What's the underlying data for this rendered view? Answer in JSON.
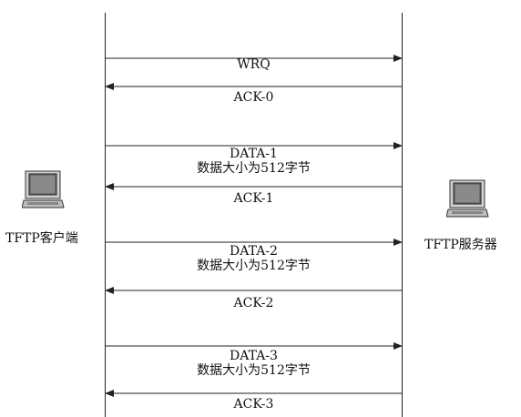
{
  "client": {
    "label": "TFTP客户端",
    "icon": "computer-icon"
  },
  "server": {
    "label": "TFTP服务器",
    "icon": "computer-icon"
  },
  "messages": [
    {
      "label": "WRQ",
      "sublabel": "",
      "direction": "to-server"
    },
    {
      "label": "ACK-0",
      "sublabel": "",
      "direction": "to-client"
    },
    {
      "label": "DATA-1",
      "sublabel": "数据大小为512字节",
      "direction": "to-server"
    },
    {
      "label": "ACK-1",
      "sublabel": "",
      "direction": "to-client"
    },
    {
      "label": "DATA-2",
      "sublabel": "数据大小为512字节",
      "direction": "to-server"
    },
    {
      "label": "ACK-2",
      "sublabel": "",
      "direction": "to-client"
    },
    {
      "label": "DATA-3",
      "sublabel": "数据大小为512字节",
      "direction": "to-server"
    },
    {
      "label": "ACK-3",
      "sublabel": "",
      "direction": "to-client"
    }
  ],
  "colors": {
    "line": "#222222",
    "screen": "#7f7f7f",
    "case": "#c8c8c8"
  }
}
